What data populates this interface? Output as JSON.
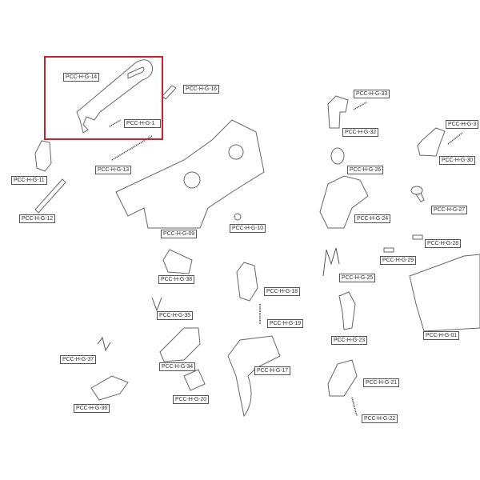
{
  "diagram": {
    "highlight_color": "#d0202a",
    "highlighted_part": "PCC-H-G-14",
    "labels": {
      "g14": "PCC-H-G-14",
      "g16": "PCC-H-G-16",
      "g15": "PCC-H-G-1",
      "g13": "PCC-H-G-13",
      "g11": "PCC-H-G-11",
      "g12": "PCC-H-G-12",
      "g09": "PCC-H-G-09",
      "g10": "PCC-H-G-10",
      "g33": "PCC-H-G-33",
      "g32": "PCC-H-G-32",
      "g31": "PCC-H-G-3",
      "g30": "PCC-H-G-30",
      "g26": "PCC-H-G-26",
      "g24": "PCC-H-G-24",
      "g27": "PCC-H-G-27",
      "g28": "PCC-H-G-28",
      "g29": "PCC-H-G-29",
      "g25": "PCC-H-G-25",
      "g38": "PCC-H-G-38",
      "g18": "PCC-H-G-18",
      "g35": "PCC-H-G-35",
      "g19": "PCC-H-G-19",
      "g01": "PCC-H-G-01",
      "g23": "PCC-H-G-23",
      "g37": "PCC-H-G-37",
      "g34": "PCC-H-G-34",
      "g17": "PCC-H-G-17",
      "g21": "PCC-H-G-21",
      "g20": "PCC-H-G-20",
      "g36": "PCC-H-G-36",
      "g22": "PCC-H-G-22"
    }
  }
}
